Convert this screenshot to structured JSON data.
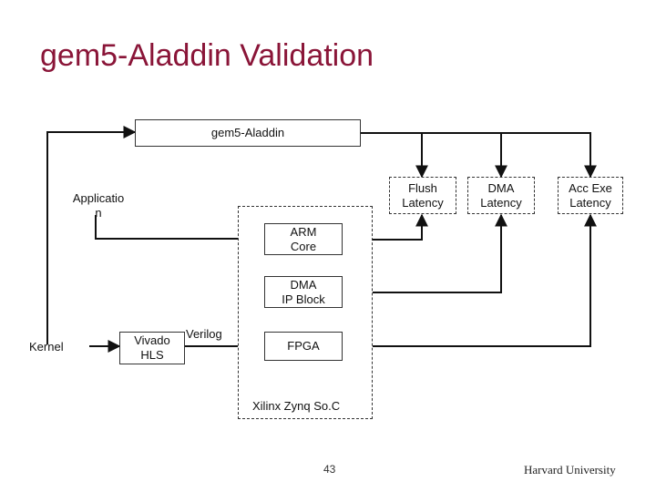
{
  "slide": {
    "title": "gem5-Aladdin Validation",
    "page_number": "43",
    "footer": "Harvard University"
  },
  "diagram": {
    "gem5_aladdin": "gem5-Aladdin",
    "application": "Applicatio\nn",
    "kernel": "Kernel",
    "vivado_hls": "Vivado\nHLS",
    "verilog": "Verilog",
    "arm_core": "ARM\nCore",
    "dma_ip_block": "DMA\nIP Block",
    "fpga": "FPGA",
    "soc": "Xilinx Zynq So.C",
    "flush_latency": "Flush\nLatency",
    "dma_latency": "DMA\nLatency",
    "acc_exe_latency": "Acc Exe\nLatency"
  }
}
